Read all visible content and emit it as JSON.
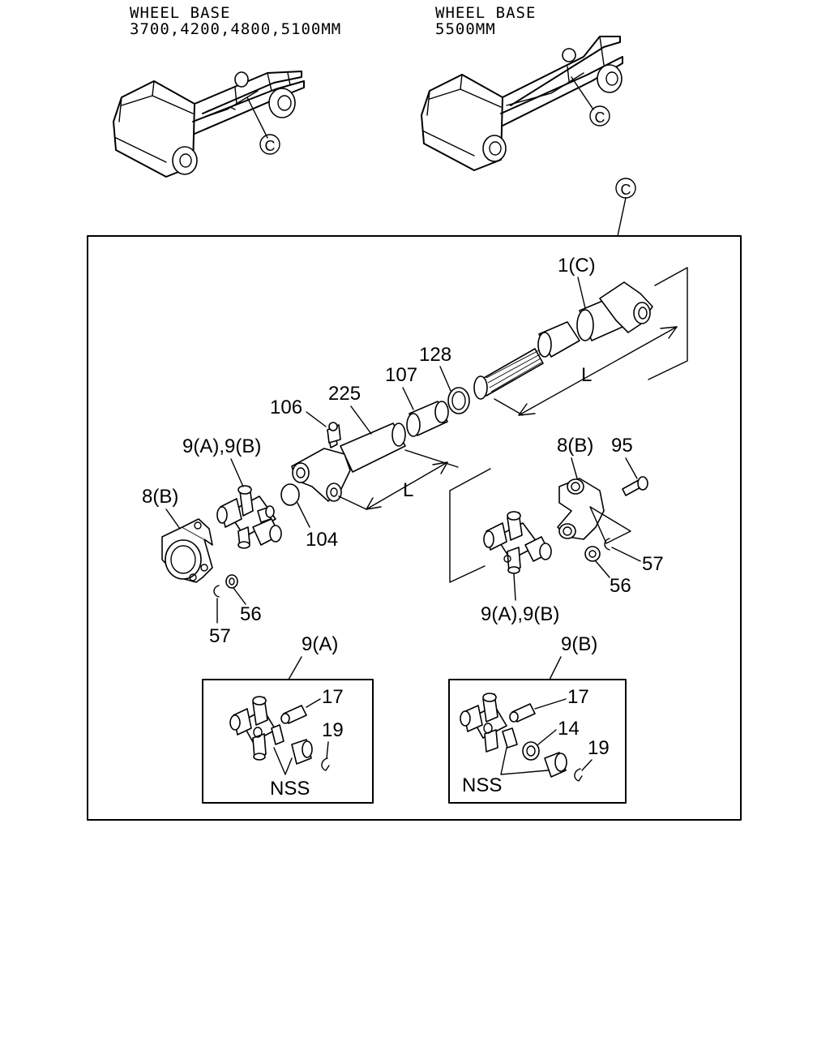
{
  "headers": {
    "left_line1": "WHEEL BASE",
    "left_line2": "3700,4200,4800,5100MM",
    "right_line1": "WHEEL BASE",
    "right_line2": "5500MM"
  },
  "callouts": {
    "c_truck_left": "C",
    "c_truck_right": "C",
    "c_main": "C"
  },
  "labels": {
    "l_1c": "1(C)",
    "l_128": "128",
    "l_107": "107",
    "l_225": "225",
    "l_106": "106",
    "l_9ab_left": "9(A),9(B)",
    "l_8b_left": "8(B)",
    "l_104": "104",
    "l_56_left": "56",
    "l_57_left": "57",
    "l_L_left": "L",
    "l_L_right": "L",
    "l_8b_right": "8(B)",
    "l_95": "95",
    "l_57_right": "57",
    "l_56_right": "56",
    "l_9ab_right": "9(A),9(B)",
    "l_9a": "9(A)",
    "l_9b": "9(B)",
    "a_17": "17",
    "a_19": "19",
    "a_nss": "NSS",
    "b_17": "17",
    "b_14": "14",
    "b_19": "19",
    "b_nss": "NSS"
  }
}
